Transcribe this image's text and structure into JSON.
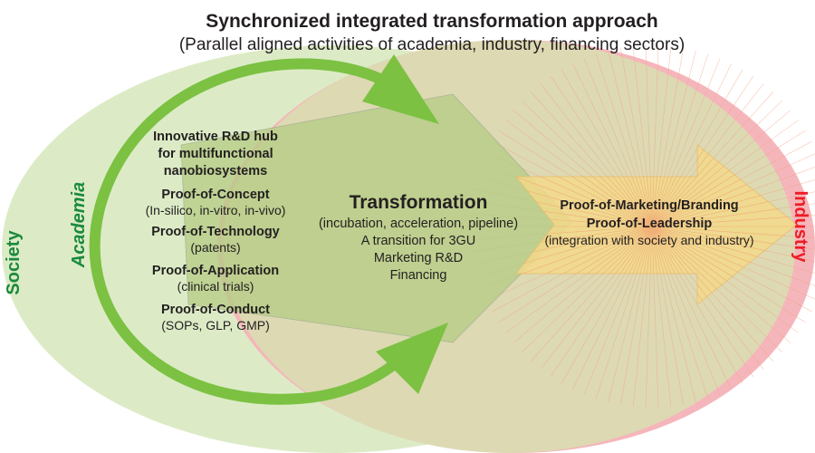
{
  "title": "Synchronized integrated transformation approach",
  "subtitle": "(Parallel aligned activities of academia, industry, financing sectors)",
  "labels": {
    "society": "Society",
    "academia": "Academia",
    "industry": "Industry"
  },
  "academia_block": [
    {
      "text": "Innovative R&D hub",
      "bold": true
    },
    {
      "text": "for multifunctional",
      "bold": true
    },
    {
      "text": "nanobiosystems",
      "bold": true
    },
    {
      "text": "Proof-of-Concept",
      "bold": true
    },
    {
      "text": "(In-silico, in-vitro, in-vivo)",
      "bold": false
    },
    {
      "text": "Proof-of-Technology",
      "bold": true
    },
    {
      "text": "(patents)",
      "bold": false
    },
    {
      "text": "Proof-of-Application",
      "bold": true
    },
    {
      "text": "(clinical trials)",
      "bold": false
    },
    {
      "text": "Proof-of-Conduct",
      "bold": true
    },
    {
      "text": "(SOPs, GLP, GMP)",
      "bold": false
    }
  ],
  "transformation": {
    "heading": "Transformation",
    "lines": [
      "(incubation, acceleration, pipeline)",
      "A transition for 3GU",
      "Marketing R&D",
      "Financing"
    ]
  },
  "industry_block": {
    "lines": [
      "Proof-of-Marketing/Branding",
      "Proof-of-Leadership"
    ],
    "note": "(integration with society and industry)"
  },
  "colors": {
    "society": "#dcebc6",
    "industry": "#f5b6bb",
    "overlap": "#ddd9b3",
    "arrow": "#7cc142",
    "label_green": "#1a8a3c",
    "label_red": "#ee1c25",
    "yellow_arrow": "#f4d98a"
  }
}
